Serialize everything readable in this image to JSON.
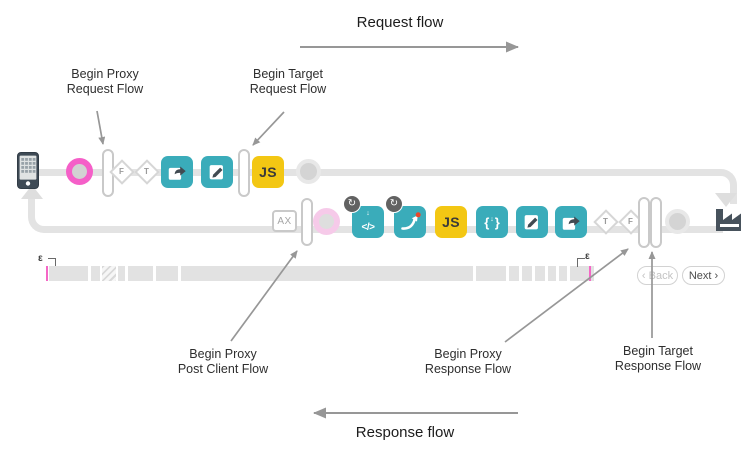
{
  "header": {
    "request_flow_label": "Request flow"
  },
  "footer": {
    "response_flow_label": "Response flow"
  },
  "callouts": {
    "proxy_request": {
      "line1": "Begin Proxy",
      "line2": "Request Flow"
    },
    "target_request": {
      "line1": "Begin Target",
      "line2": "Request Flow"
    },
    "post_client": {
      "line1": "Begin Proxy",
      "line2": "Post Client Flow"
    },
    "proxy_response": {
      "line1": "Begin Proxy",
      "line2": "Response Flow"
    },
    "target_response": {
      "line1": "Begin Target",
      "line2": "Response Flow"
    }
  },
  "request_row": {
    "condition_false": "F",
    "condition_true": "T",
    "js_badge": "JS"
  },
  "response_row": {
    "analytics_label": "AX",
    "loop_glyph": "↻",
    "code_arrow": "↓",
    "code_glyph": "</>",
    "js_badge": "JS",
    "brace_left": "{",
    "brace_arrow": "↓",
    "brace_right": "}",
    "condition_true": "T",
    "condition_false": "F"
  },
  "timeline": {
    "left_marker": "ε",
    "right_marker": "ε"
  },
  "controls": {
    "back_label": "‹ Back",
    "next_label": "Next ›"
  },
  "colors": {
    "teal": "#3aacba",
    "yellow": "#f3c713",
    "magenta": "#f55fc8",
    "pale_pink": "#f6cae9",
    "track_gray": "#e3e3e3",
    "annotation_gray": "#999999",
    "dark_slate": "#414b52",
    "red_dot": "#e8472b"
  }
}
